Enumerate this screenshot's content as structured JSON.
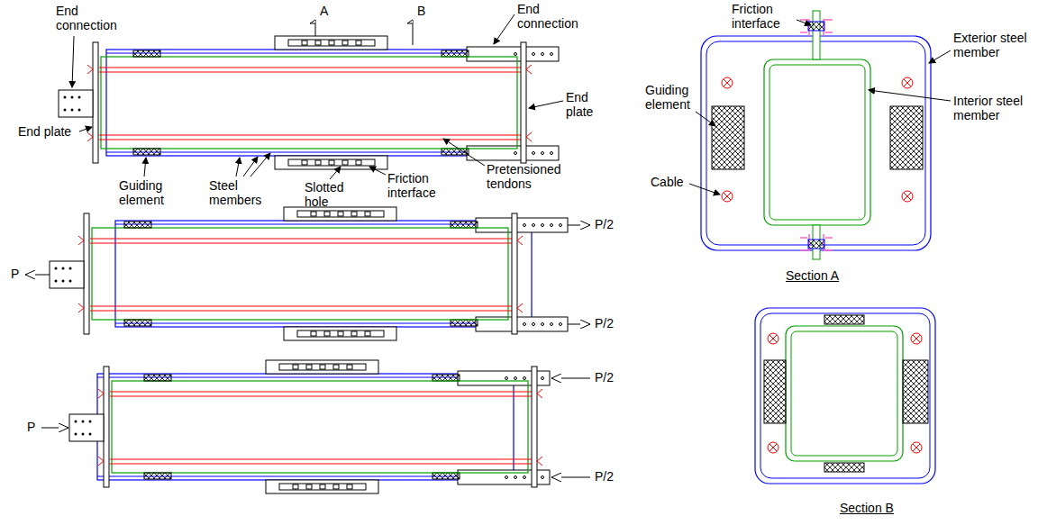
{
  "diagram": {
    "labels": [
      "End connection",
      "A",
      "B",
      "End connection",
      "End plate",
      "End plate",
      "Guiding element",
      "Steel members",
      "Slotted hole",
      "Friction interface",
      "Pretensioned tendons",
      "P/2",
      "P",
      "P/2",
      "P",
      "P/2",
      "P/2",
      "Friction interface",
      "Exterior steel member",
      "Guiding element",
      "Interior steel member",
      "Cable",
      "Section A",
      "Section B"
    ]
  }
}
